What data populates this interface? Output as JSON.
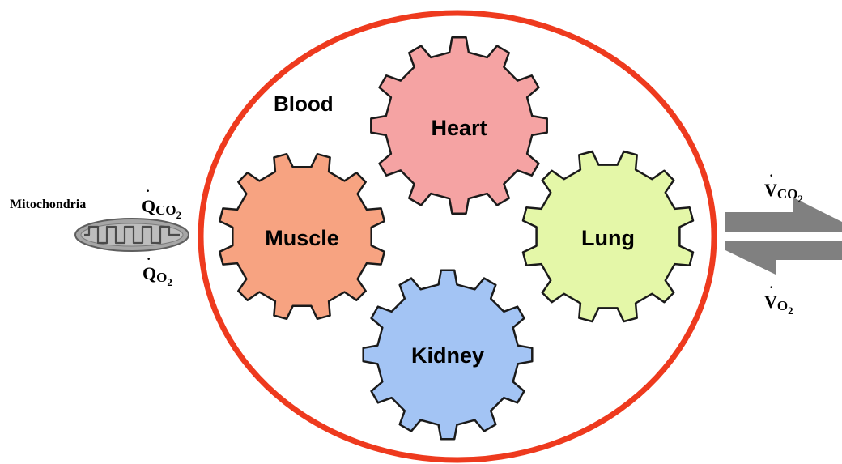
{
  "labels": {
    "blood": "Blood",
    "mitochondria": "Mitochondria",
    "q": "Q",
    "v": "V",
    "co2_chem": "CO",
    "o2_chem": "O",
    "subscript_2": "2"
  },
  "gears": [
    {
      "key": "heart",
      "label": "Heart",
      "fill": "#F5A3A3"
    },
    {
      "key": "muscle",
      "label": "Muscle",
      "fill": "#F7A381"
    },
    {
      "key": "lung",
      "label": "Lung",
      "fill": "#E4F7A8"
    },
    {
      "key": "kidney",
      "label": "Kidney",
      "fill": "#A3C4F4"
    }
  ],
  "colors": {
    "blood_circle": "#EE3A1E",
    "gear_outline": "#1A1A1A",
    "arrow": "#808080",
    "mitochondria": "#A6A6A6",
    "text": "#000000"
  },
  "icons": {
    "mitochondria": "mitochondria-icon",
    "arrow_out": "arrow-right-icon",
    "arrow_in": "arrow-left-icon"
  }
}
